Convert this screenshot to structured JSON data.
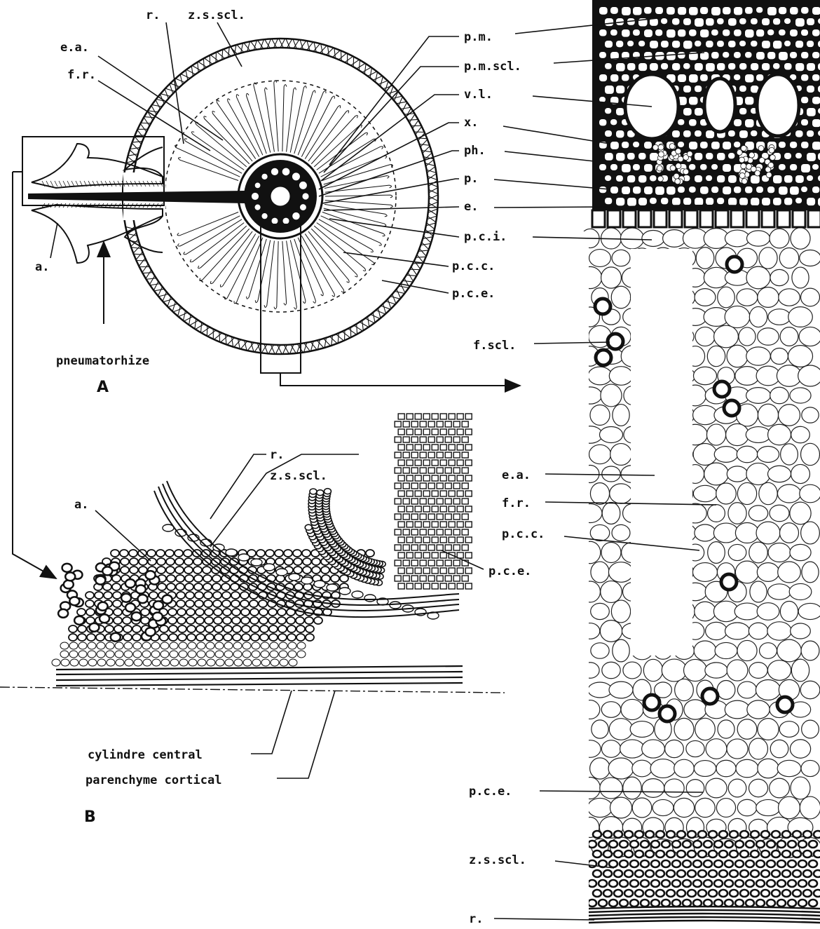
{
  "panel_labels": {
    "a": "A",
    "b": "B"
  },
  "figure_a": {
    "labels": {
      "r": "r.",
      "zsscl": "z.s.scl.",
      "ea": "e.a.",
      "fr": "f.r.",
      "pm": "p.m.",
      "pmscl": "p.m.scl.",
      "vl": "v.l.",
      "x": "x.",
      "ph": "ph.",
      "p": "p.",
      "e": "e.",
      "pci": "p.c.i.",
      "pcc": "p.c.c.",
      "pce": "p.c.e.",
      "a": "a.",
      "pneumatorhize": "pneumatorhize"
    }
  },
  "figure_b": {
    "labels": {
      "a": "a.",
      "r": "r.",
      "zsscl": "z.s.scl.",
      "pce": "p.c.e.",
      "cylindre": "cylindre central",
      "parenchyme": "parenchyme cortical"
    }
  },
  "figure_c": {
    "labels": {
      "fscl": "f.scl.",
      "ea": "e.a.",
      "fr": "f.r.",
      "pcc": "p.c.c.",
      "pce": "p.c.e.",
      "zsscl": "z.s.scl.",
      "r": "r."
    }
  },
  "colors": {
    "ink": "#111111",
    "paper": "#ffffff"
  }
}
